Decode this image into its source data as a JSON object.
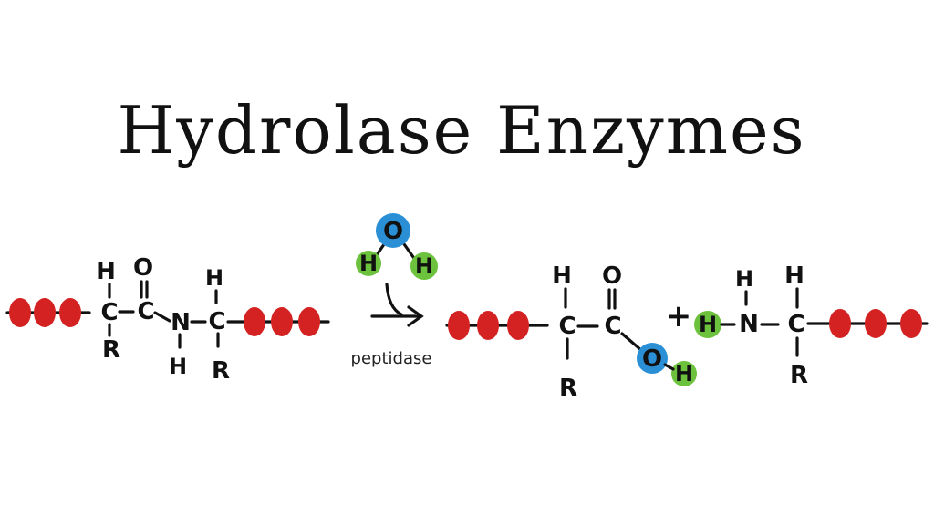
{
  "title": "Hydrolase Enzymes",
  "enzyme_label": "peptidase",
  "colors": {
    "residue_bead": "#d42222",
    "oxygen": "#2b8fd6",
    "hydrogen": "#6cc23c",
    "ink": "#111111"
  },
  "atoms": {
    "H": "H",
    "C": "C",
    "O": "O",
    "N": "N",
    "R": "R"
  },
  "operators": {
    "plus": "+"
  },
  "water": {
    "oxygen": "O",
    "hydrogen_left": "H",
    "hydrogen_right": "H"
  }
}
